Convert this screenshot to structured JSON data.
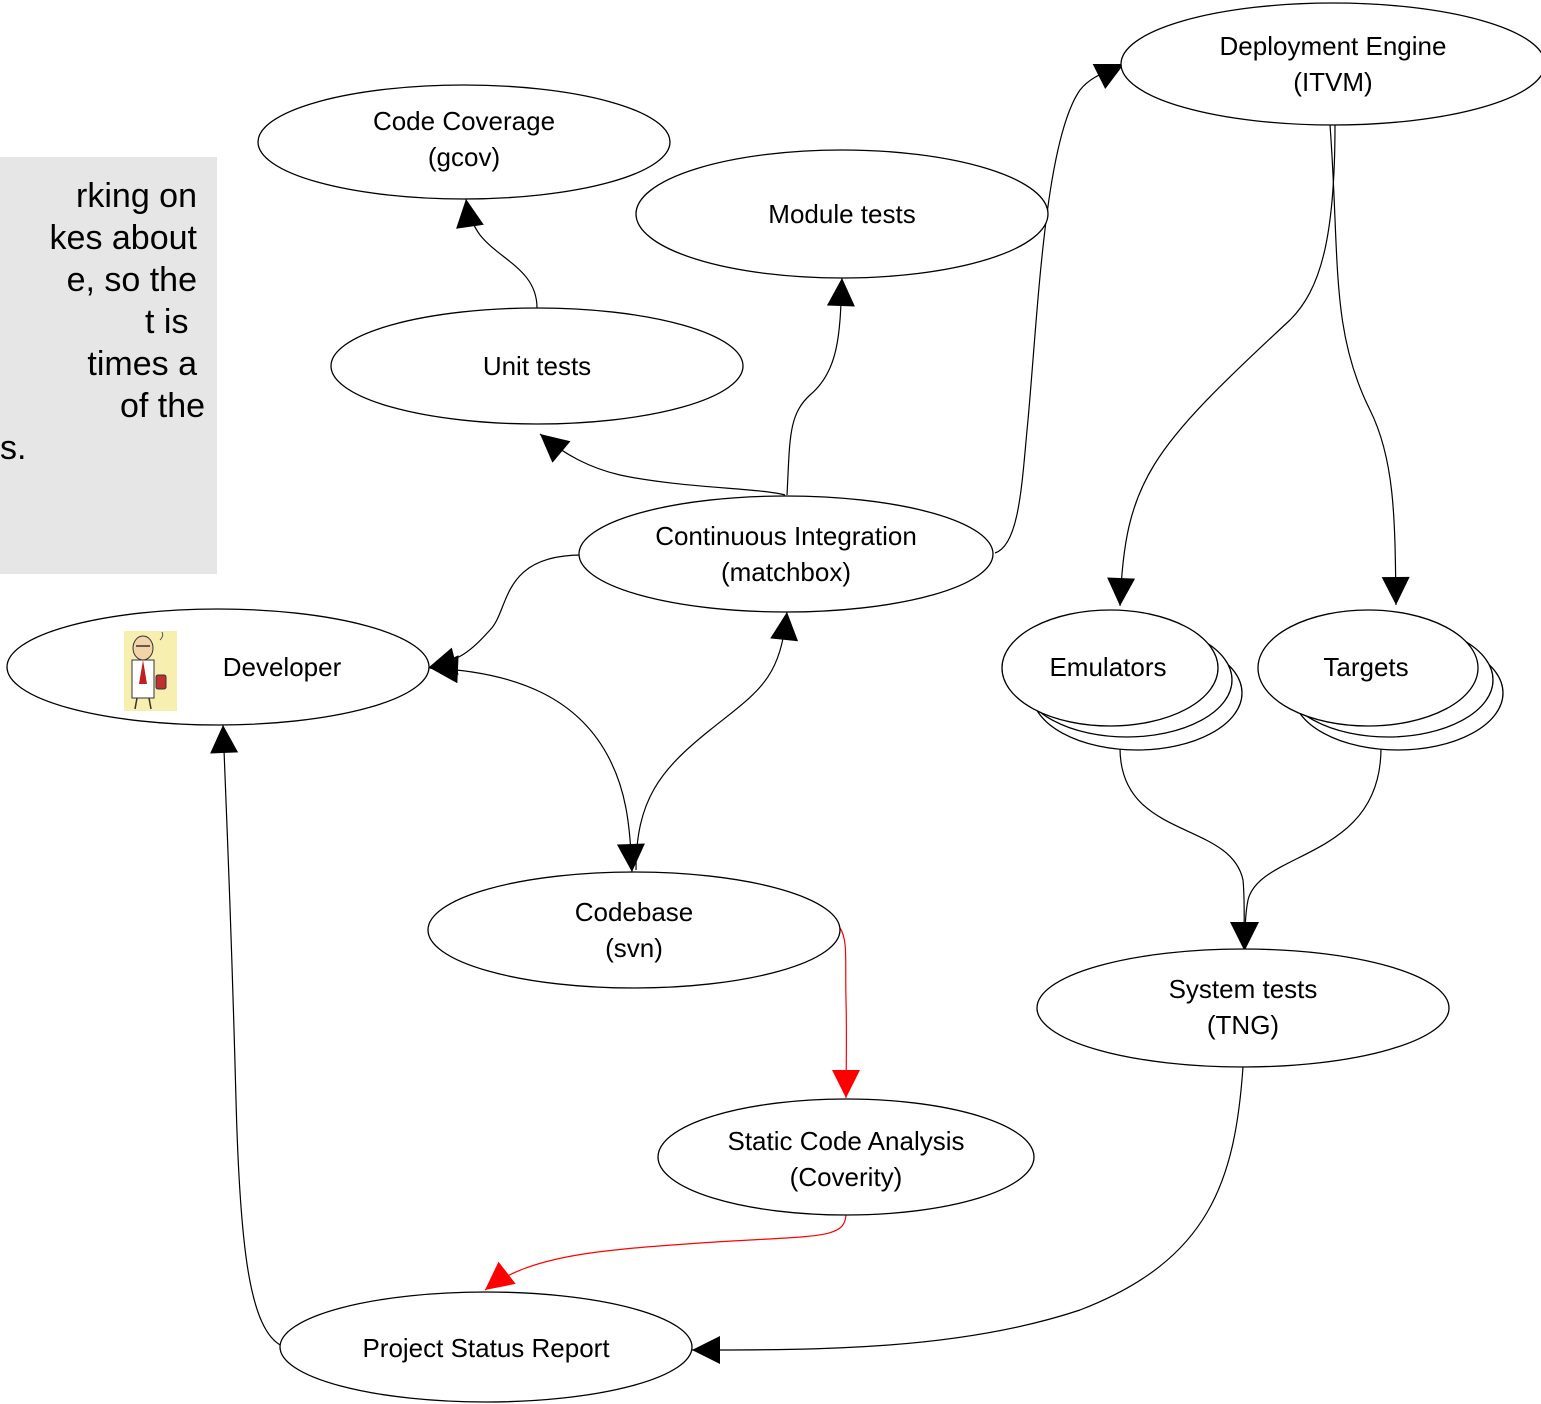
{
  "note": {
    "lines": [
      "rking on",
      "kes about",
      "e, so the",
      "t is",
      "times a",
      "of the",
      "s."
    ]
  },
  "nodes": {
    "code_coverage": [
      "Code Coverage",
      "(gcov)"
    ],
    "module_tests": [
      "Module tests"
    ],
    "unit_tests": [
      "Unit tests"
    ],
    "continuous_integration": [
      "Continuous Integration",
      "(matchbox)"
    ],
    "developer": [
      "Developer"
    ],
    "deployment_engine": [
      "Deployment Engine",
      "(ITVM)"
    ],
    "emulators": [
      "Emulators"
    ],
    "targets": [
      "Targets"
    ],
    "codebase": [
      "Codebase",
      "(svn)"
    ],
    "static_code_analysis": [
      "Static Code Analysis",
      "(Coverity)"
    ],
    "system_tests": [
      "System tests",
      "(TNG)"
    ],
    "project_status_report": [
      "Project Status Report"
    ]
  },
  "colors": {
    "edge": "#000000",
    "highlight_edge": "#ff0000",
    "note_bg": "#e6e6e6",
    "avatar_bg": "#f7efb0"
  },
  "icons": {
    "developer_avatar": "cartoon-engineer-icon"
  }
}
